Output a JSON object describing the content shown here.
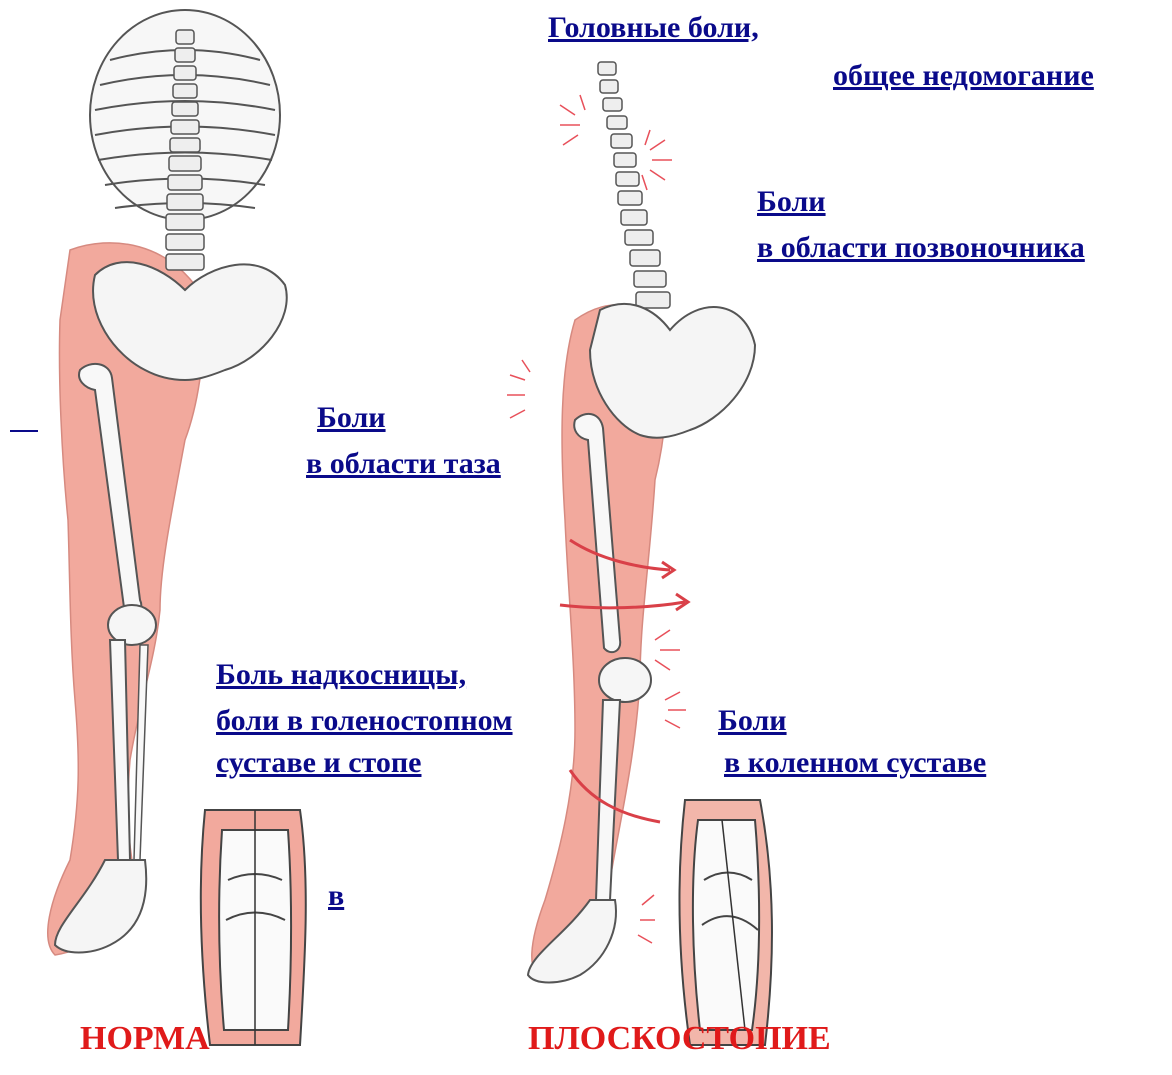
{
  "figure": {
    "left_label": "НОРМА",
    "right_label": "ПЛОСКОСТОПИЕ"
  },
  "links": {
    "headache_line1": "Головные боли,",
    "headache_line2": "общее недомогание",
    "spine_line1": "Боли",
    "spine_line2": "в области позвоночника",
    "pelvis_line1": "Боли",
    "pelvis_line2": "в области таза",
    "periosteum_line1": "Боль надкосницы,",
    "periosteum_line2": "боли в голеностопном",
    "periosteum_line3": "суставе и стопе",
    "knee_line1": "Боли",
    "knee_line2": "в коленном суставе",
    "stray_v": "в"
  },
  "colors": {
    "muscle": "#f2a99d",
    "bone_fill": "#f4f4f4",
    "bone_stroke": "#555555",
    "pain_marks": "#e8505a",
    "link": "#0a0a8a",
    "caption": "#e01a1a"
  }
}
